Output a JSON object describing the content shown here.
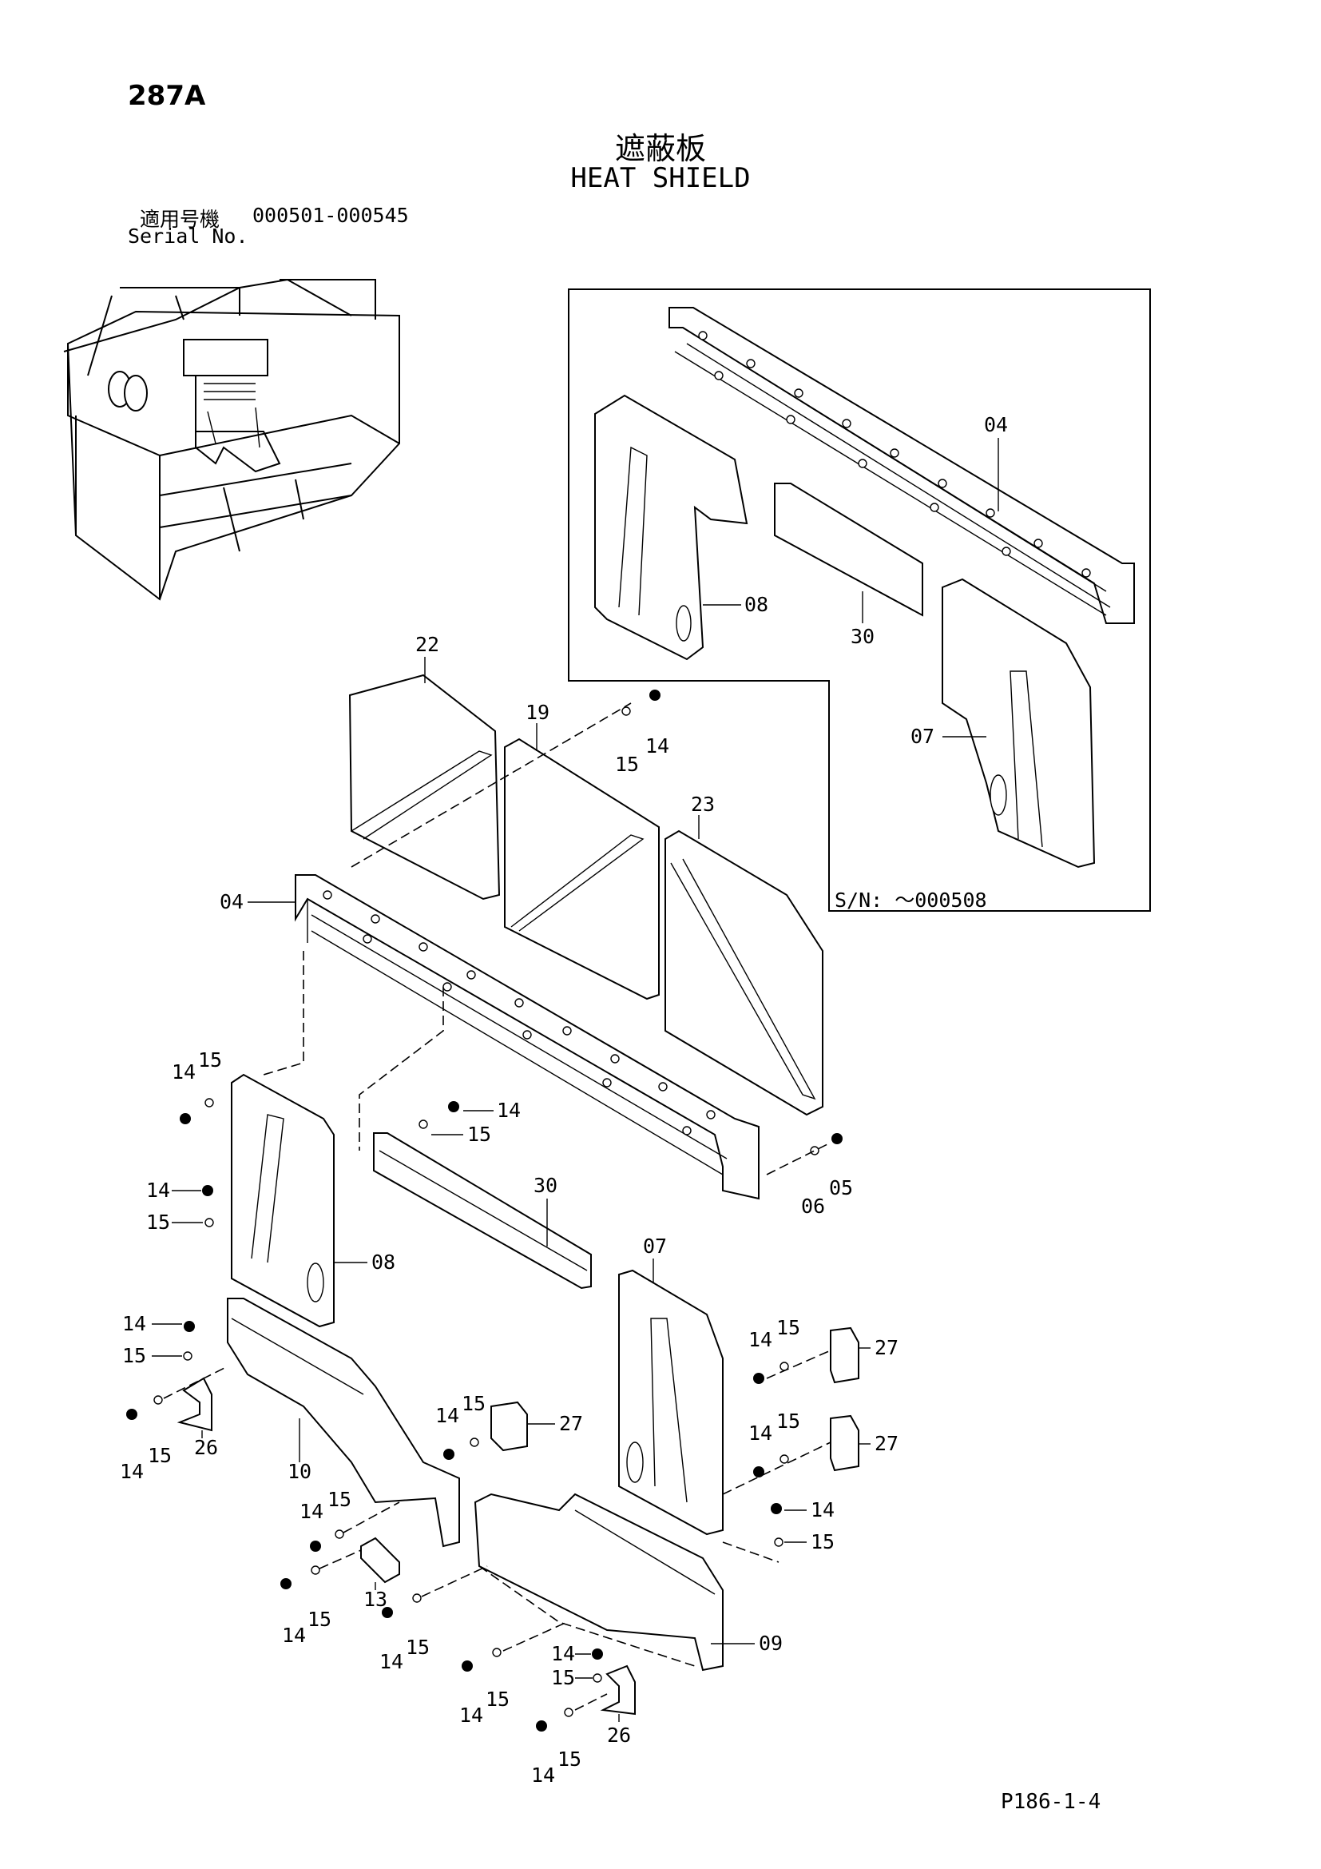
{
  "header": {
    "code": "287A",
    "title_jp": "遮蔽板",
    "title_en": "HEAT SHIELD",
    "serial_label_jp": "適用号機",
    "serial_range": "000501-000545",
    "serial_label_en": "Serial No."
  },
  "inset": {
    "sn_note": "S/N: ～000508",
    "callouts": [
      "04",
      "08",
      "30",
      "07"
    ]
  },
  "callouts": {
    "c22": "22",
    "c19": "19",
    "c23": "23",
    "c04": "04",
    "c14a": "14",
    "c15a": "15",
    "c14b": "14",
    "c15b": "15",
    "c14c": "14",
    "c15c": "15",
    "c14d": "14",
    "c15d": "15",
    "c08": "08",
    "c30": "30",
    "c06": "06",
    "c05": "05",
    "c07": "07",
    "c14e": "14",
    "c15e": "15",
    "c14f": "14",
    "c15f": "15",
    "c26a": "26",
    "c10": "10",
    "c14g": "14",
    "c15g": "15",
    "c27a": "27",
    "c14h": "14",
    "c15h": "15",
    "c27b": "27",
    "c14i": "14",
    "c15i": "15",
    "c27c": "27",
    "c14j": "14",
    "c15j": "15",
    "c14k": "14",
    "c15k": "15",
    "c13": "13",
    "c14l": "14",
    "c15l": "15",
    "c14m": "14",
    "c15m": "15",
    "c09": "09",
    "c14n": "14",
    "c15n": "15",
    "c14o": "14",
    "c15o": "15",
    "c26b": "26",
    "c14p": "14",
    "c15p": "15"
  },
  "footer": {
    "page_code": "P186-1-4"
  }
}
